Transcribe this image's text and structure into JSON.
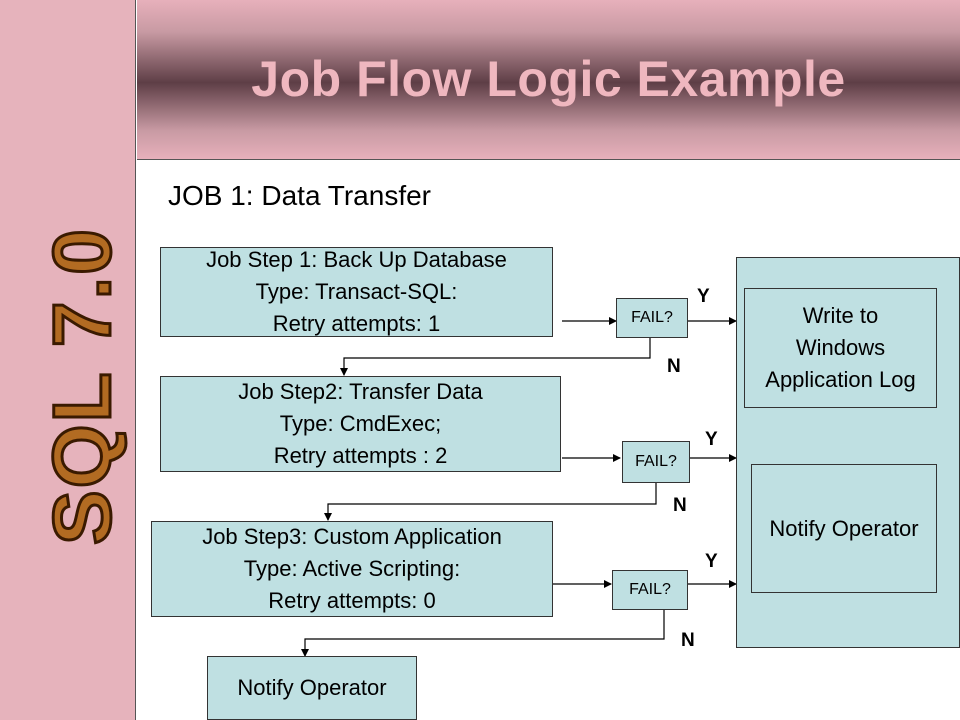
{
  "header": {
    "title": "Job Flow Logic Example"
  },
  "sidebar": {
    "logo_text": "SQL 7.0"
  },
  "job": {
    "title": "JOB 1: Data Transfer"
  },
  "steps": [
    {
      "name": "Job Step 1: Back Up Database",
      "type": "Type: Transact-SQL:",
      "retry": "Retry attempts: 1"
    },
    {
      "name": "Job Step2: Transfer Data",
      "type": "Type: CmdExec;",
      "retry": "Retry attempts : 2"
    },
    {
      "name": "Job Step3: Custom Application",
      "type": "Type: Active Scripting:",
      "retry": "Retry attempts: 0"
    }
  ],
  "decisions": [
    {
      "label": "FAIL?",
      "yes": "Y",
      "no": "N"
    },
    {
      "label": "FAIL?",
      "yes": "Y",
      "no": "N"
    },
    {
      "label": "FAIL?",
      "yes": "Y",
      "no": "N"
    }
  ],
  "actions": {
    "log": [
      "Write to",
      "Windows",
      "Application Log"
    ],
    "notify_operator": "Notify Operator",
    "final_notify": "Notify Operator"
  },
  "colors": {
    "sidebar": "#e6b3bc",
    "header_dark": "#5e3e46",
    "title_text": "#efb7bf",
    "box_fill": "#bfe0e2",
    "logo_fill": "#b26b22",
    "logo_outline": "#3a1a00"
  }
}
